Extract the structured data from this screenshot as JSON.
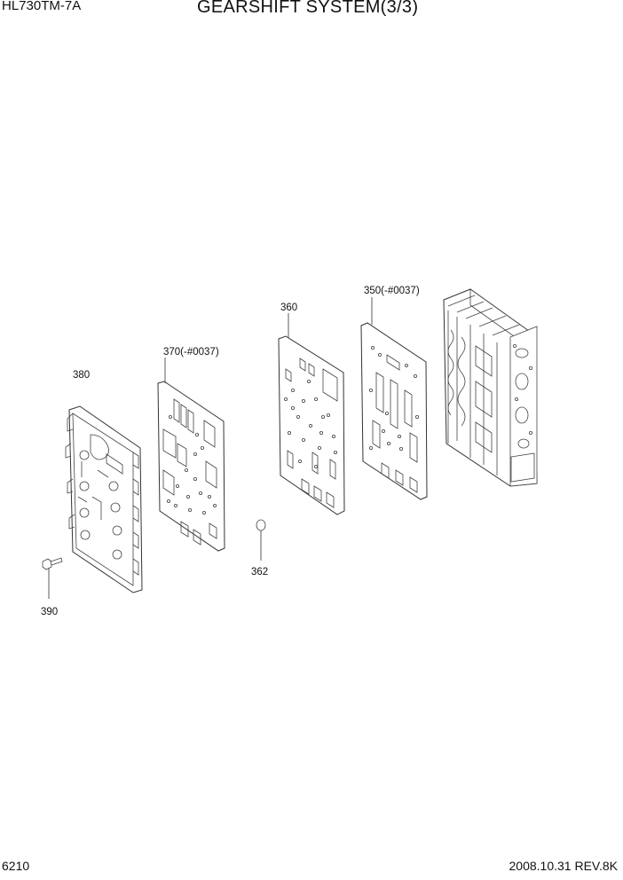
{
  "header": {
    "model": "HL730TM-7A",
    "title": "GEARSHIFT SYSTEM(3/3)"
  },
  "footer": {
    "page_number": "6210",
    "revision": "2008.10.31  REV.8K"
  },
  "callouts": {
    "p350": "350(-#0037)",
    "p360": "360",
    "p362": "362",
    "p370": "370(-#0037)",
    "p380": "380",
    "p390": "390"
  }
}
